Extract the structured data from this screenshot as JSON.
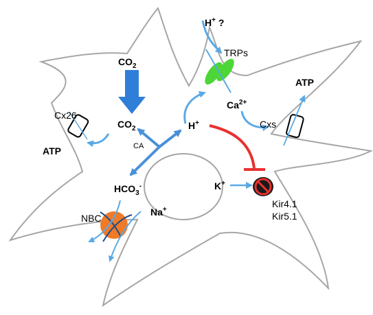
{
  "labels": {
    "h_query": "H",
    "h_query_sup": "+",
    "h_query_q": " ?",
    "trps": "TRPs",
    "co2_top": "CO",
    "co2_top_sub": "2",
    "co2_mid": "CO",
    "co2_mid_sub": "2",
    "cx26": "Cx26",
    "atp_left": "ATP",
    "ca_enzyme": "CA",
    "h_plus": "H",
    "h_plus_sup": "+",
    "ca2": "Ca",
    "ca2_sup": "2+",
    "atp_right": "ATP",
    "cxs": "Cxs",
    "hco3": "HCO",
    "hco3_sub": "3",
    "hco3_sup": "-",
    "k_plus": "K",
    "k_plus_sup": "+",
    "nbc": "NBC",
    "na_plus": "Na",
    "na_plus_sup": "+",
    "kir41": "Kir4.1",
    "kir51": "Kir5.1"
  },
  "colors": {
    "membrane": "#a6a6a6",
    "light_arrow": "#5aa9e6",
    "co2_arrow": "#2f7fd8",
    "enzyme_arrow": "#4a90d9",
    "trp_channel": "#4dd637",
    "inhibition": "#e8312f",
    "nbc_transporter": "#f07a28",
    "nbc_line": "#1f4e8c",
    "kir_block": "#e8312f"
  }
}
